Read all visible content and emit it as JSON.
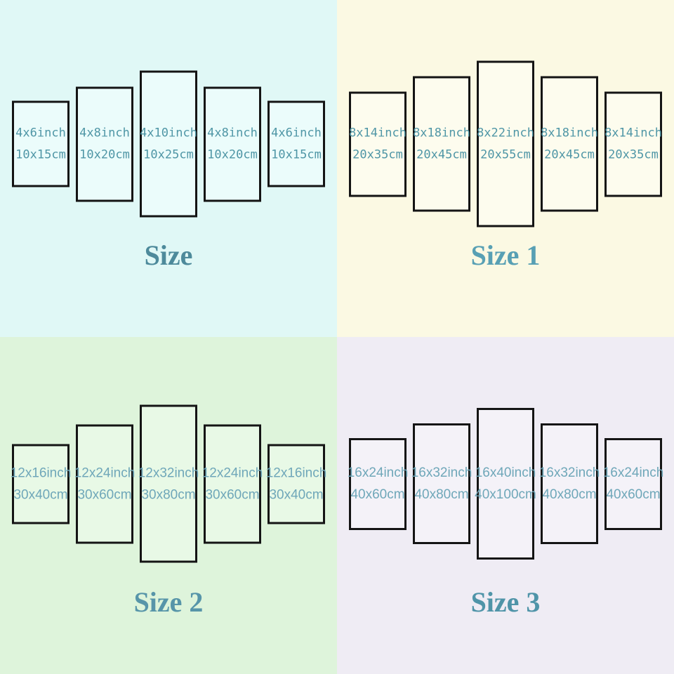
{
  "quadrants": [
    {
      "title": "Size",
      "background": "#e0f8f6",
      "panel_fill": "#ebfcfb",
      "label_color": "#4f96a6",
      "title_color": "#4d8a9b",
      "panels": [
        {
          "inch": "4x6inch",
          "cm": "10x15cm"
        },
        {
          "inch": "4x8inch",
          "cm": "10x20cm"
        },
        {
          "inch": "4x10inch",
          "cm": "10x25cm"
        },
        {
          "inch": "4x8inch",
          "cm": "10x20cm"
        },
        {
          "inch": "4x6inch",
          "cm": "10x15cm"
        }
      ]
    },
    {
      "title": "Size 1",
      "background": "#fbf9e3",
      "panel_fill": "#fdfcee",
      "label_color": "#4f96a6",
      "title_color": "#58a0b4",
      "panels": [
        {
          "inch": "8x14inch",
          "cm": "20x35cm"
        },
        {
          "inch": "8x18inch",
          "cm": "20x45cm"
        },
        {
          "inch": "8x22inch",
          "cm": "20x55cm"
        },
        {
          "inch": "8x18inch",
          "cm": "20x45cm"
        },
        {
          "inch": "8x14inch",
          "cm": "20x35cm"
        }
      ]
    },
    {
      "title": "Size 2",
      "background": "#def4db",
      "panel_fill": "#e8f9e6",
      "label_color": "#6fa7b9",
      "title_color": "#5795a9",
      "panels": [
        {
          "inch": "12x16inch",
          "cm": "30x40cm"
        },
        {
          "inch": "12x24inch",
          "cm": "30x60cm"
        },
        {
          "inch": "12x32inch",
          "cm": "30x80cm"
        },
        {
          "inch": "12x24inch",
          "cm": "30x60cm"
        },
        {
          "inch": "12x16inch",
          "cm": "30x40cm"
        }
      ]
    },
    {
      "title": "Size 3",
      "background": "#efecf4",
      "panel_fill": "#f4f2f8",
      "label_color": "#6fa7b9",
      "title_color": "#4f94a8",
      "panels": [
        {
          "inch": "16x24inch",
          "cm": "40x60cm"
        },
        {
          "inch": "16x32inch",
          "cm": "40x80cm"
        },
        {
          "inch": "16x40inch",
          "cm": "40x100cm"
        },
        {
          "inch": "16x32inch",
          "cm": "40x80cm"
        },
        {
          "inch": "16x24inch",
          "cm": "40x60cm"
        }
      ]
    }
  ]
}
